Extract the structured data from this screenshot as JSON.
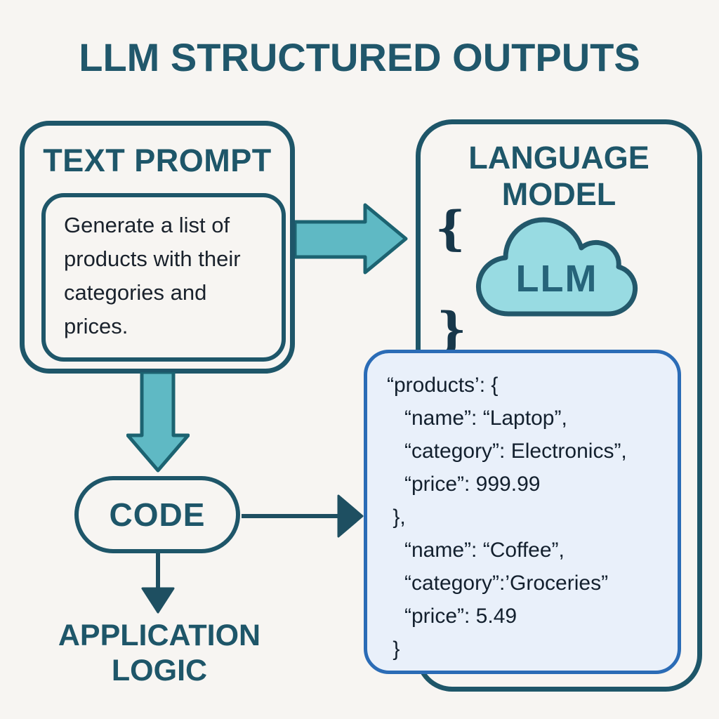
{
  "title": "LLM STRUCTURED OUTPUTS",
  "text_prompt_box": {
    "heading": "TEXT PROMPT",
    "prompt_text": "Generate a list of products with their categories and prices."
  },
  "language_model_box": {
    "heading": "LANGUAGE MODEL",
    "open_brace": "{",
    "close_brace": "}",
    "cloud_label": "LLM"
  },
  "json_output_box": {
    "lines": [
      "“products’: {",
      "   “name”: “Laptop”,",
      "   “category”: Electronics”,",
      "   “price”: 999.99",
      " },",
      "   “name”: “Coffee”,",
      "   “category”:’Groceries”",
      "   “price”: 5.49",
      " }"
    ]
  },
  "code_box": {
    "label": "CODE"
  },
  "application_logic": {
    "label": "APPLICATION LOGIC"
  },
  "colors": {
    "background": "#F7F5F2",
    "outline_teal": "#1E5669",
    "title_text": "#20576B",
    "arrow_fill_teal": "#5FB9C4",
    "arrow_stroke_teal": "#1C6371",
    "cloud_fill": "#98DBE2",
    "cloud_stroke": "#23586B",
    "json_box_fill": "#E9F0FA",
    "json_box_border": "#2B6CB6",
    "body_text": "#1A222C",
    "json_text": "#13202E",
    "brace_color": "#17374A",
    "thin_arrow": "#1E4F61"
  }
}
